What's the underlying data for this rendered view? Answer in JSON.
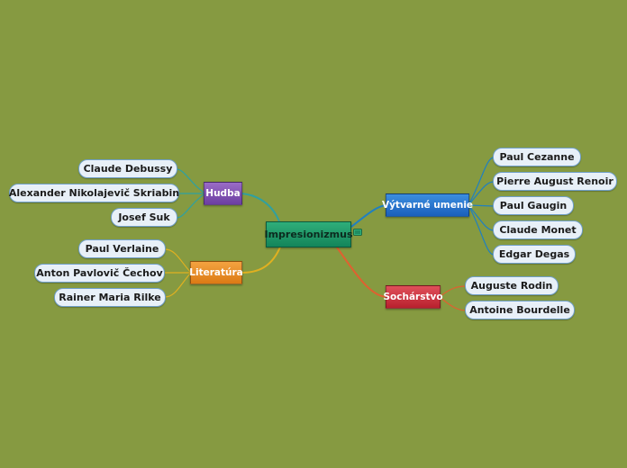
{
  "central": {
    "label": "Impresionizmus",
    "icon": "notes-icon"
  },
  "branches": {
    "hudba": {
      "label": "Hudba",
      "color": "#7b4fb0",
      "line": "#2fa0a0",
      "items": [
        "Claude Debussy",
        "Alexander Nikolajevič Skriabin",
        "Josef Suk"
      ]
    },
    "literatura": {
      "label": "Literatúra",
      "color": "#e88a25",
      "line": "#e0b020",
      "items": [
        "Paul Verlaine",
        "Anton Pavlovič Čechov",
        "Rainer Maria Rilke"
      ]
    },
    "vytvarne": {
      "label": "Výtvarné umenie",
      "color": "#2a74cf",
      "line": "#2080c0",
      "items": [
        "Paul Cezanne",
        "Pierre August Renoir",
        "Paul Gaugin",
        "Claude Monet",
        "Edgar Degas"
      ]
    },
    "socharstvo": {
      "label": "Sochárstvo",
      "color": "#c83040",
      "line": "#e06030",
      "items": [
        "Auguste Rodin",
        "Antoine Bourdelle"
      ]
    }
  }
}
